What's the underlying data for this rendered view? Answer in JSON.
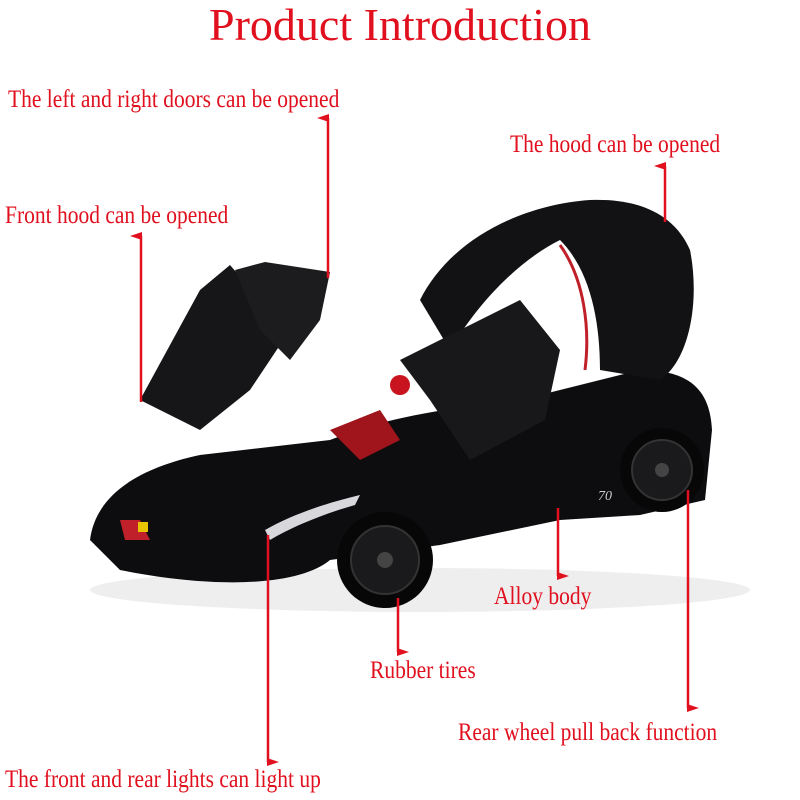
{
  "title": "Product  Introduction",
  "colors": {
    "accent": "#e0101e",
    "car_body": "#0d0d0f"
  },
  "labels": {
    "doors": "The left and right doors can be opened",
    "hood": "The hood can be opened",
    "front_hood": "Front hood can be opened",
    "alloy": "Alloy body",
    "tires": "Rubber tires",
    "pull_back": "Rear wheel pull back function",
    "lights": "The front and rear lights can light up"
  },
  "car_badge": "70"
}
